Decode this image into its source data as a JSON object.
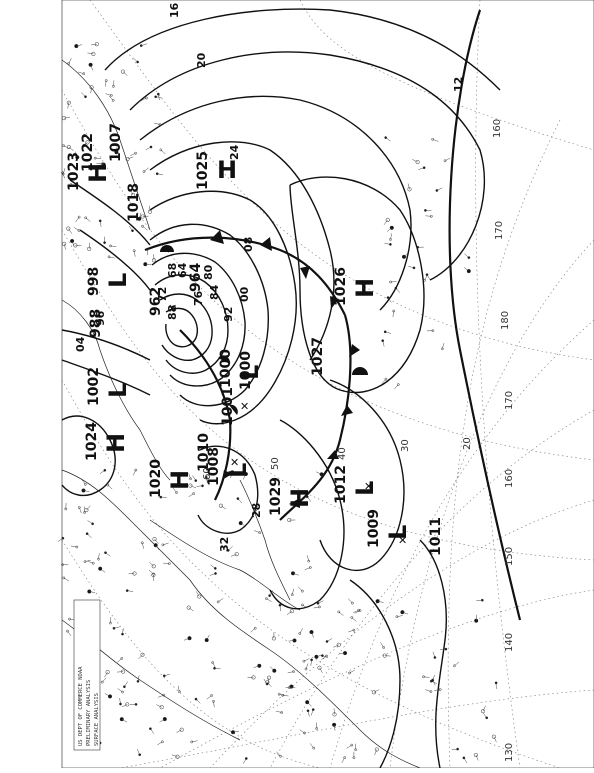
{
  "pressure_centers": [
    {
      "type": "H",
      "value": "1025",
      "angle": 0
    },
    {
      "type": "H",
      "value": "1026",
      "angle": -90
    },
    {
      "type": "H",
      "value": "1029",
      "angle": -90
    },
    {
      "type": "H",
      "value": "1024",
      "angle": -90
    },
    {
      "type": "H",
      "value": "1023",
      "angle": -90
    },
    {
      "type": "H",
      "value": "1020",
      "angle": -90
    },
    {
      "type": "H",
      "value": "1027",
      "angle": -90
    },
    {
      "type": "L",
      "value": "962",
      "angle": -90
    },
    {
      "type": "L",
      "value": "998",
      "angle": -90
    },
    {
      "type": "L",
      "value": "1000",
      "angle": -90
    },
    {
      "type": "L",
      "value": "1008",
      "angle": -90
    },
    {
      "type": "L",
      "value": "1012",
      "angle": -90
    },
    {
      "type": "L",
      "value": "1009",
      "angle": -90
    },
    {
      "type": "L",
      "value": "1002",
      "angle": -90
    },
    {
      "type": "L",
      "value": "1011",
      "angle": -90
    },
    {
      "type": "L",
      "value": "1001",
      "angle": -90
    }
  ],
  "isobar_labels": [
    "16",
    "20",
    "12",
    "24",
    "28",
    "32",
    "08",
    "04",
    "00",
    "96",
    "92",
    "88",
    "84",
    "80",
    "76",
    "72",
    "68",
    "64",
    "1010",
    "1018",
    "1022",
    "1007",
    "988",
    "1000",
    "964"
  ],
  "longitude_labels": [
    "160",
    "170",
    "180",
    "170",
    "160",
    "150",
    "140",
    "130"
  ],
  "latitude_labels": [
    "20",
    "30",
    "40",
    "50",
    "60"
  ],
  "info_block": [
    "US DEPT OF COMMERCE  NOAA",
    "PRELIMINARY ANALYSIS",
    "SURFACE ANALYSIS"
  ],
  "colors": {
    "ink": "#111111",
    "paper": "#ffffff",
    "grid": "#777777"
  }
}
